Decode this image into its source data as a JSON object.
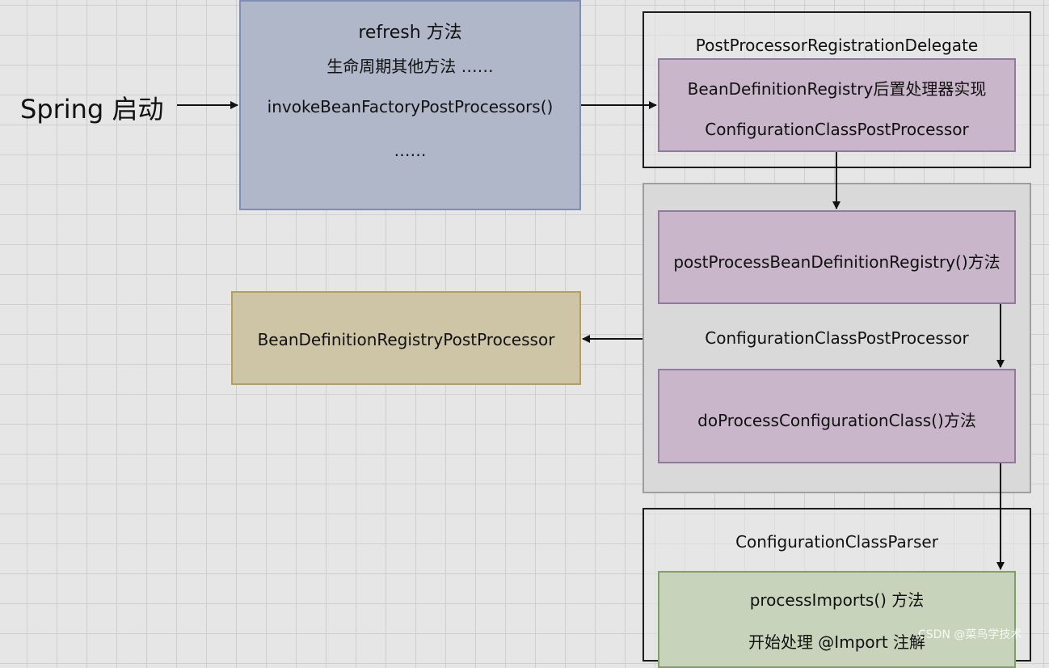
{
  "start_label": "Spring 启动",
  "refresh_box": {
    "title": "refresh 方法",
    "line1": "生命周期其他方法 ……",
    "line2": "invokeBeanFactoryPostProcessors()",
    "line3": "……"
  },
  "delegate_container": {
    "title": "PostProcessorRegistrationDelegate",
    "inner_line1": "BeanDefinitionRegistry后置处理器实现",
    "inner_line2": "ConfigurationClassPostProcessor"
  },
  "ccpp_container": {
    "method1": "postProcessBeanDefinitionRegistry()方法",
    "label": "ConfigurationClassPostProcessor",
    "method2": "doProcessConfigurationClass()方法"
  },
  "registry_pp_box": {
    "label": "BeanDefinitionRegistryPostProcessor"
  },
  "parser_container": {
    "title": "ConfigurationClassParser",
    "line1": "processImports() 方法",
    "line2": "开始处理 @Import 注解"
  },
  "watermark": "CSDN @菜鸟学技术",
  "colors": {
    "blue_box": "#b0b7c9",
    "purple_box": "#c9b6ca",
    "tan_box": "#cdc5a6",
    "green_box": "#c7d4bb"
  }
}
